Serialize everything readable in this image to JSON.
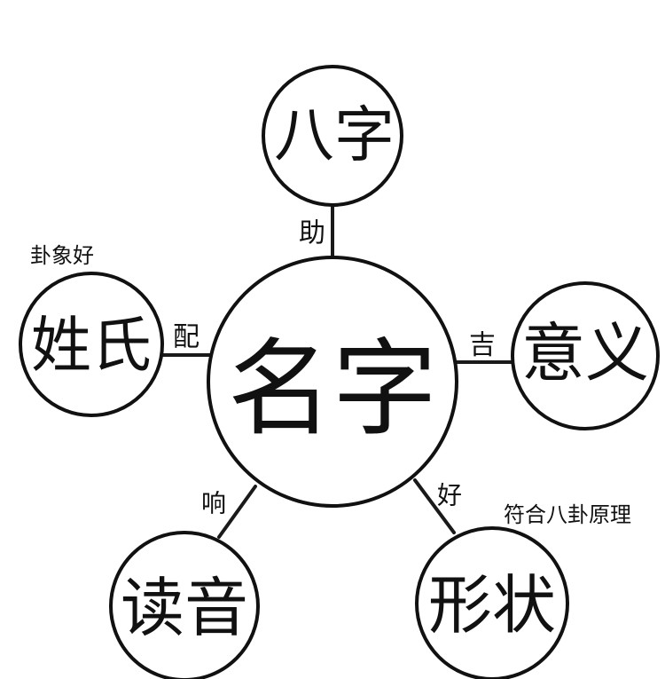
{
  "diagram": {
    "center": {
      "label": "名字"
    },
    "nodes": {
      "bazi": {
        "label": "八字"
      },
      "xingshi": {
        "label": "姓氏"
      },
      "yiyi": {
        "label": "意义"
      },
      "duyin": {
        "label": "读音"
      },
      "xingzhuang": {
        "label": "形状"
      }
    },
    "edges": {
      "bazi": {
        "label": "助"
      },
      "xingshi": {
        "label": "配"
      },
      "yiyi": {
        "label": "吉"
      },
      "duyin": {
        "label": "响"
      },
      "xingzhuang": {
        "label": "好"
      }
    },
    "notes": {
      "xingshi": "卦象好",
      "xingzhuang": "符合八卦原理"
    }
  },
  "colors": {
    "stroke": "#111111",
    "background": "#ffffff"
  }
}
